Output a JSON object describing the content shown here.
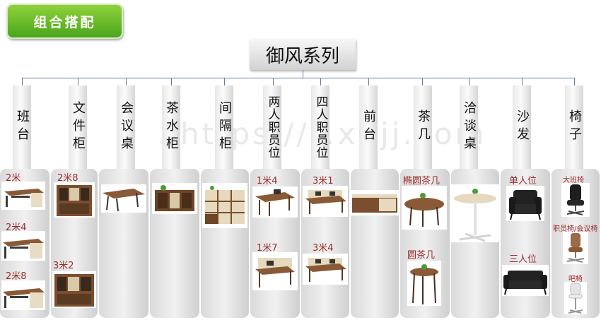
{
  "badge": "组合搭配",
  "series_title": "御风系列",
  "watermark": "https://y.xlljj.com",
  "accent_colors": {
    "badge_green": "#5cb82a",
    "label_red": "#9b2b2b",
    "line_blue": "#5e7fa0"
  },
  "categories": [
    {
      "name": "班台",
      "items": [
        {
          "label": "2米",
          "icon": "executive-desk-icon"
        },
        {
          "label": "2米4",
          "icon": "executive-desk-icon"
        },
        {
          "label": "2米8",
          "icon": "executive-desk-icon"
        }
      ]
    },
    {
      "name": "文件柜",
      "items": [
        {
          "label": "2米8",
          "icon": "file-cabinet-icon"
        },
        {
          "label": "3米2",
          "icon": "file-cabinet-icon"
        }
      ]
    },
    {
      "name": "会议桌",
      "items": [
        {
          "label": "",
          "icon": "conference-table-icon"
        }
      ]
    },
    {
      "name": "茶水柜",
      "items": [
        {
          "label": "",
          "icon": "tea-cabinet-icon"
        }
      ]
    },
    {
      "name": "间隔柜",
      "items": [
        {
          "label": "",
          "icon": "partition-cabinet-icon"
        }
      ]
    },
    {
      "name": "两人职员位",
      "items": [
        {
          "label": "1米4",
          "icon": "two-person-workstation-icon"
        },
        {
          "label": "1米7",
          "icon": "two-person-workstation-icon"
        }
      ]
    },
    {
      "name": "四人职员位",
      "items": [
        {
          "label": "3米1",
          "icon": "four-person-workstation-icon"
        },
        {
          "label": "3米4",
          "icon": "four-person-workstation-icon"
        }
      ]
    },
    {
      "name": "前台",
      "items": [
        {
          "label": "",
          "icon": "reception-desk-icon"
        }
      ]
    },
    {
      "name": "茶几",
      "items": [
        {
          "label": "椭圆茶几",
          "icon": "oval-coffee-table-icon"
        },
        {
          "label": "圆茶几",
          "icon": "round-coffee-table-icon"
        }
      ]
    },
    {
      "name": "洽谈桌",
      "items": [
        {
          "label": "",
          "icon": "negotiation-table-icon"
        }
      ]
    },
    {
      "name": "沙发",
      "items": [
        {
          "label": "单人位",
          "icon": "single-sofa-icon"
        },
        {
          "label": "三人位",
          "icon": "three-seat-sofa-icon"
        }
      ]
    },
    {
      "name": "椅子",
      "items": [
        {
          "label": "大班椅",
          "icon": "executive-chair-icon"
        },
        {
          "label": "职员椅/会议椅",
          "icon": "staff-chair-icon"
        },
        {
          "label": "吧椅",
          "icon": "bar-chair-icon"
        }
      ]
    }
  ]
}
